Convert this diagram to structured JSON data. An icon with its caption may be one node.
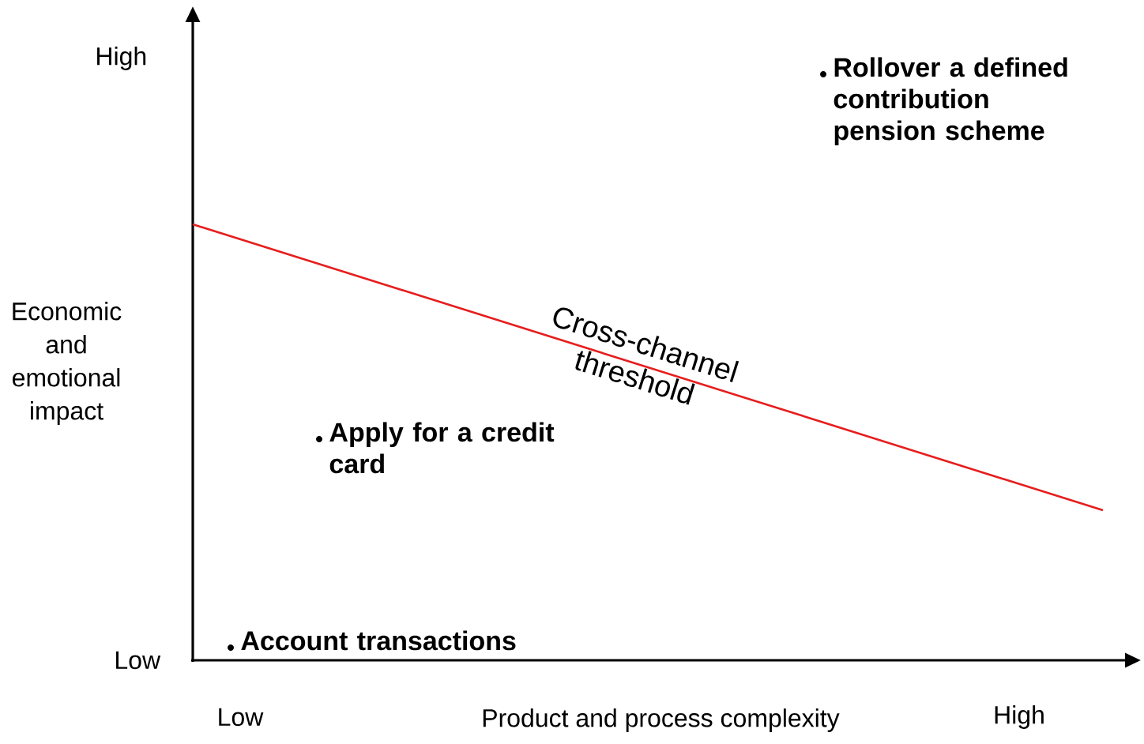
{
  "diagram": {
    "labels": [
      "High",
      "Rollover a defined contribution pension scheme",
      "Economic and emotional impact",
      "Cross-channel threshold",
      "Apply for a credit card",
      "Low",
      "Account transactions",
      "Low",
      "Product and process complexity",
      "High"
    ]
  }
}
